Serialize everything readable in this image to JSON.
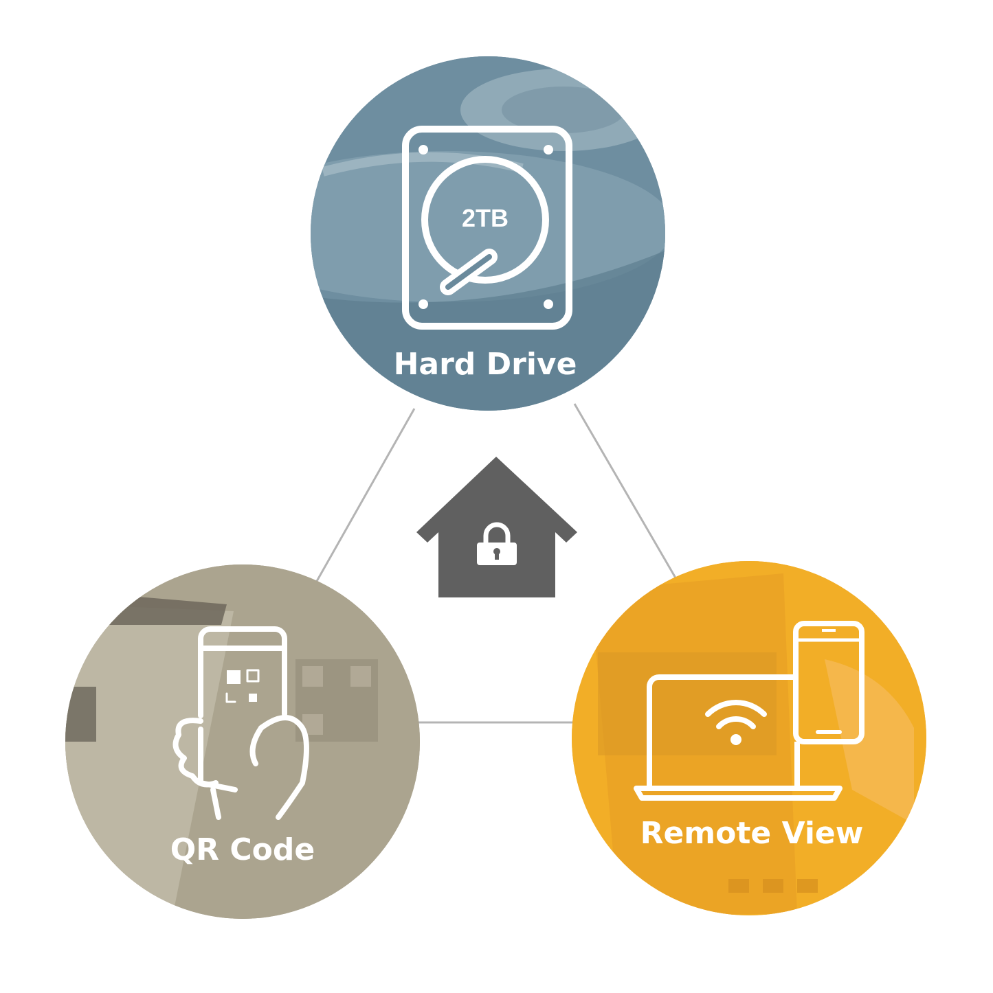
{
  "nodes": {
    "hard_drive": {
      "label": "Hard Drive",
      "capacity": "2TB",
      "color": "#6a8a9c"
    },
    "qr_code": {
      "label": "QR Code",
      "color": "#a9a08c"
    },
    "remote_view": {
      "label": "Remote View",
      "color": "#f3ae24"
    }
  },
  "center": {
    "icon": "house-lock-icon",
    "color": "#606060"
  },
  "connector_color": "#b4b4b4"
}
